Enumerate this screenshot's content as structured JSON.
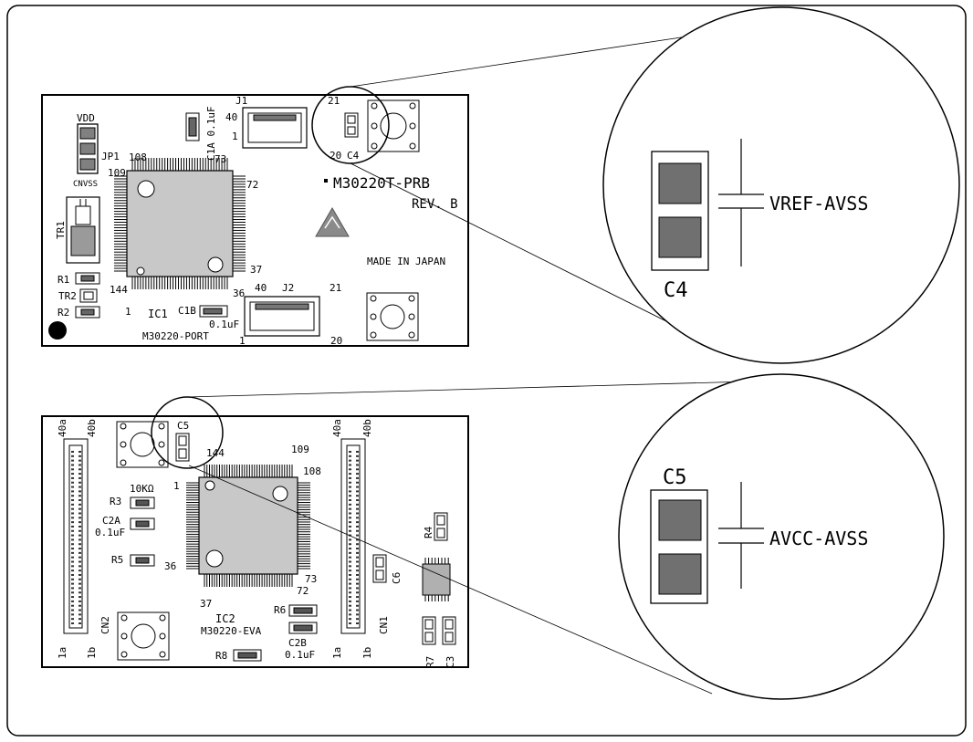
{
  "board1": {
    "vdd": "VDD",
    "jp1": "JP1",
    "cnvss": "CNVSS",
    "tr1": "TR1",
    "r1": "R1",
    "tr2": "TR2",
    "r2": "R2",
    "c1a": "C1A 0.1uF",
    "j1": "J1",
    "j1_pin40": "40",
    "j1_pin1": "1",
    "j1_pin21": "21",
    "j1_pin20": "20",
    "c4": "C4",
    "pin108": "108",
    "pin73": "73",
    "pin109": "109",
    "pin72": "72",
    "pin37": "37",
    "pin144": "144",
    "pin36": "36",
    "pin1": "1",
    "ic1": "IC1",
    "c1b": "C1B",
    "c1b_val": "0.1uF",
    "port": "M30220-PORT",
    "j2": "J2",
    "j2_pin40": "40",
    "j2_pin21": "21",
    "j2_pin1": "1",
    "j2_pin20": "20",
    "product": "M30220T-PRB",
    "rev": "REV. B",
    "made": "MADE IN JAPAN"
  },
  "board2": {
    "cn2_a": "40a",
    "cn2_b": "40b",
    "c5": "C5",
    "pin144": "144",
    "pin1": "1",
    "pin109": "109",
    "pin108": "108",
    "r3_val": "10KΩ",
    "r3": "R3",
    "c2a": "C2A",
    "c2a_val": "0.1uF",
    "r5": "R5",
    "pin36": "36",
    "pin37": "37",
    "pin73": "73",
    "pin72": "72",
    "ic2": "IC2",
    "eva": "M30220-EVA",
    "r6": "R6",
    "c2b": "C2B",
    "c2b_val": "0.1uF",
    "r8": "R8",
    "cn2": "CN2",
    "cn2_1a": "1a",
    "cn2_1b": "1b",
    "cn1_a": "40a",
    "cn1_b": "40b",
    "cn1": "CN1",
    "cn1_1a": "1a",
    "cn1_1b": "1b",
    "c6": "C6",
    "r4": "R4",
    "r7": "R7",
    "c3": "C3"
  },
  "zoom1": {
    "part": "C4",
    "net": "VREF-AVSS"
  },
  "zoom2": {
    "part": "C5",
    "net": "AVCC-AVSS"
  }
}
